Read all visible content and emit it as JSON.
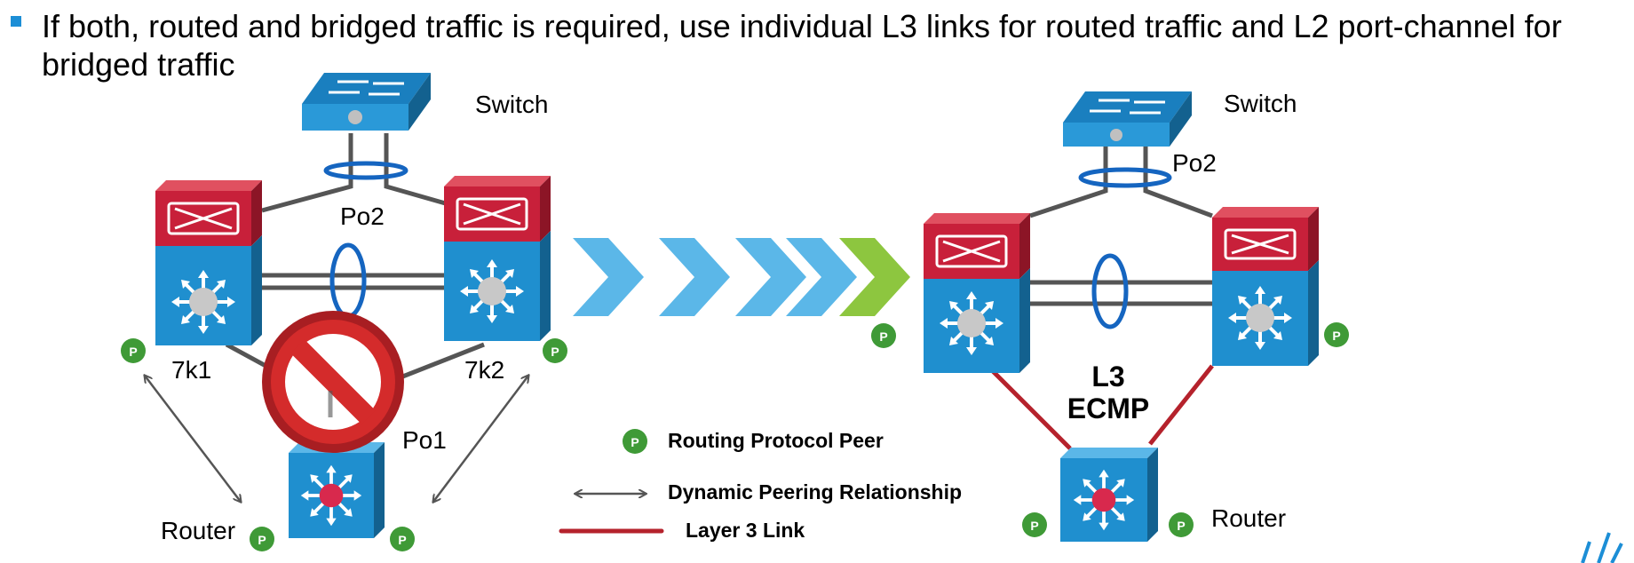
{
  "headline": "If both, routed and bridged traffic is required, use individual L3 links for routed traffic and L2 port-channel for bridged traffic",
  "left_diagram": {
    "switch_label": "Switch",
    "po2_label": "Po2",
    "po1_label": "Po1",
    "n7k1_label": "7k1",
    "n7k2_label": "7k2",
    "router_label": "Router"
  },
  "right_diagram": {
    "switch_label": "Switch",
    "po2_label": "Po2",
    "l3_label": "L3",
    "ecmp_label": "ECMP",
    "router_label": "Router"
  },
  "peer_badge": "P",
  "legend": {
    "routing_peer": "Routing Protocol Peer",
    "dynamic_peering": "Dynamic Peering Relationship",
    "layer3_link": "Layer 3 Link"
  },
  "colors": {
    "device_blue": "#1f8fcf",
    "device_red": "#c8203a",
    "peer_green": "#3f9a37",
    "l3_link_red": "#b5222c",
    "chevron_blue": "#5bb7e8",
    "chevron_green": "#8dc63f",
    "portchannel_ring": "#1565c0"
  }
}
